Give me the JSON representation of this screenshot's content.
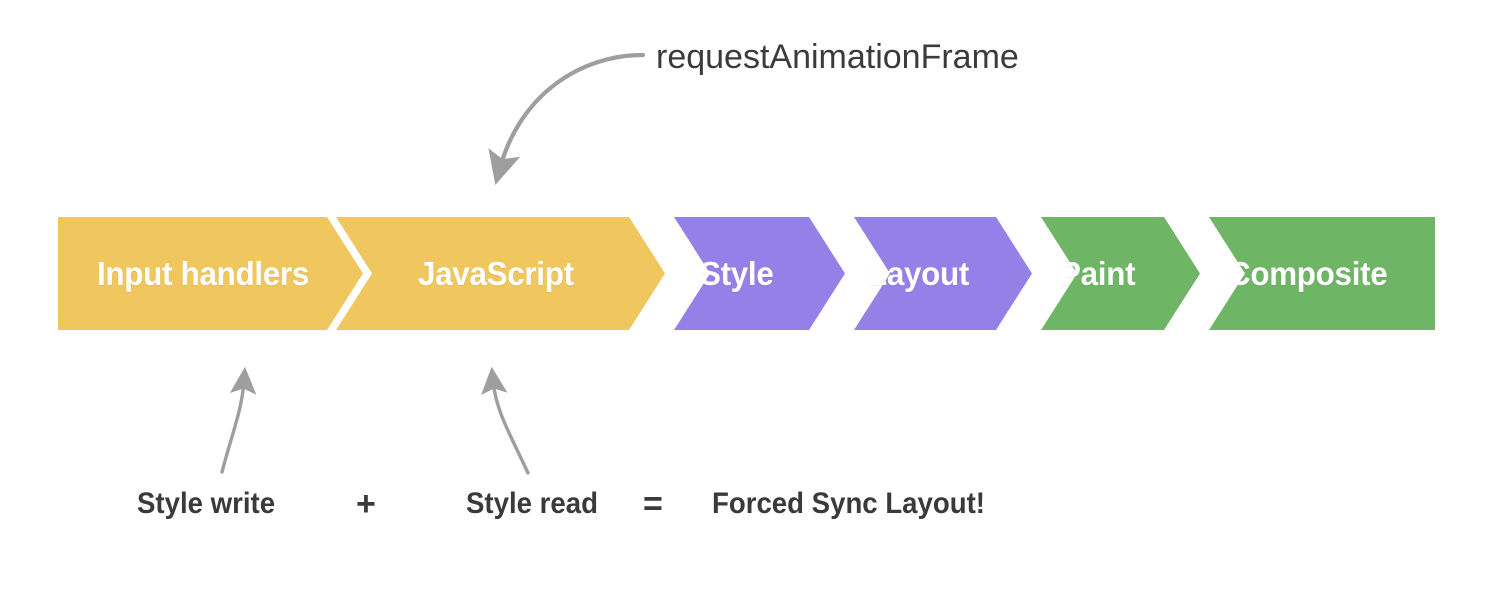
{
  "diagram": {
    "title_annotation": "requestAnimationFrame",
    "pipeline": {
      "segments": [
        {
          "label": "Input handlers",
          "color": "#EFC75E",
          "group": "script"
        },
        {
          "label": "JavaScript",
          "color": "#EFC75E",
          "group": "script"
        },
        {
          "label": "Style",
          "color": "#9580E8",
          "group": "render"
        },
        {
          "label": "Layout",
          "color": "#9580E8",
          "group": "render"
        },
        {
          "label": "Paint",
          "color": "#6FB566",
          "group": "raster"
        },
        {
          "label": "Composite",
          "color": "#6FB566",
          "group": "raster"
        }
      ]
    },
    "equation": {
      "term_1": "Style write",
      "operator_plus": "+",
      "term_2": "Style read",
      "operator_equals": "=",
      "result": "Forced Sync Layout!"
    },
    "colors": {
      "yellow": "#EFC75E",
      "purple": "#9580E8",
      "green": "#6FB566",
      "arrow_gray": "#9E9E9E",
      "text_dark": "#3a3a3a",
      "background": "#ffffff",
      "separator": "#ffffff"
    },
    "icons": {
      "arrow_raf": "curved-arrow-down-left-icon",
      "arrow_style_write": "curved-arrow-up-icon",
      "arrow_style_read": "curved-arrow-up-left-icon"
    }
  }
}
